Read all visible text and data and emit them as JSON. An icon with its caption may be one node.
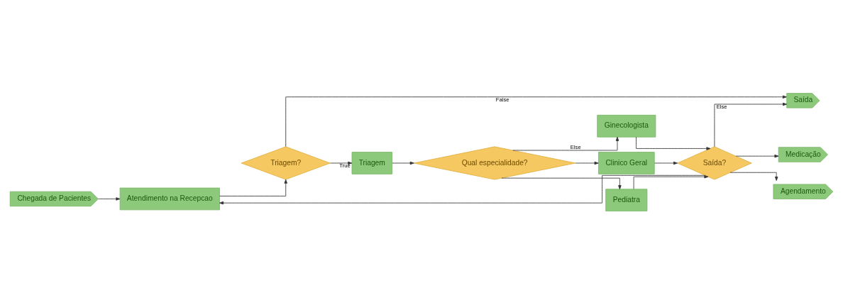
{
  "diagram": {
    "nodes": [
      {
        "text": [
          "Chegada de Pacientes"
        ]
      },
      {
        "text": [
          "Atendimento na Recepcao"
        ]
      },
      {
        "text": [
          "Triagem?"
        ]
      },
      {
        "text": [
          "Triagem"
        ]
      },
      {
        "text": [
          "Qual especialidade?"
        ]
      },
      {
        "text": [
          "Clinico Geral"
        ]
      },
      {
        "text": [
          "Pediatra"
        ]
      },
      {
        "text": [
          "Ginecologista"
        ]
      },
      {
        "text": [
          "Saída?"
        ]
      },
      {
        "text": [
          "Medicação"
        ]
      },
      {
        "text": [
          "Agendamento"
        ]
      },
      {
        "text": [
          "Saída"
        ]
      }
    ],
    "edges": [
      {
        "from": 0,
        "to": 1,
        "arrow": "to"
      },
      {
        "from": 1,
        "to": 2,
        "arrow": "to"
      },
      {
        "from": 2,
        "to": 3,
        "arrow": "to",
        "label": "True"
      },
      {
        "from": 2,
        "to": 11,
        "arrow": "to",
        "label": "False"
      },
      {
        "from": 3,
        "to": 4,
        "arrow": "to"
      },
      {
        "from": 4,
        "to": 5,
        "arrow": "to"
      },
      {
        "from": 4,
        "to": 6,
        "arrow": "to"
      },
      {
        "from": 4,
        "to": 7,
        "arrow": "to",
        "label": "Else"
      },
      {
        "from": 5,
        "to": 8,
        "arrow": "to"
      },
      {
        "from": 6,
        "to": 8,
        "arrow": "to"
      },
      {
        "from": 7,
        "to": 8,
        "arrow": "to"
      },
      {
        "from": 8,
        "to": 9,
        "arrow": "to"
      },
      {
        "from": 8,
        "to": 10,
        "arrow": "to"
      },
      {
        "from": 8,
        "to": 1,
        "arrow": "to"
      },
      {
        "from": 8,
        "to": 11,
        "arrow": "to",
        "label": "Else"
      }
    ]
  }
}
